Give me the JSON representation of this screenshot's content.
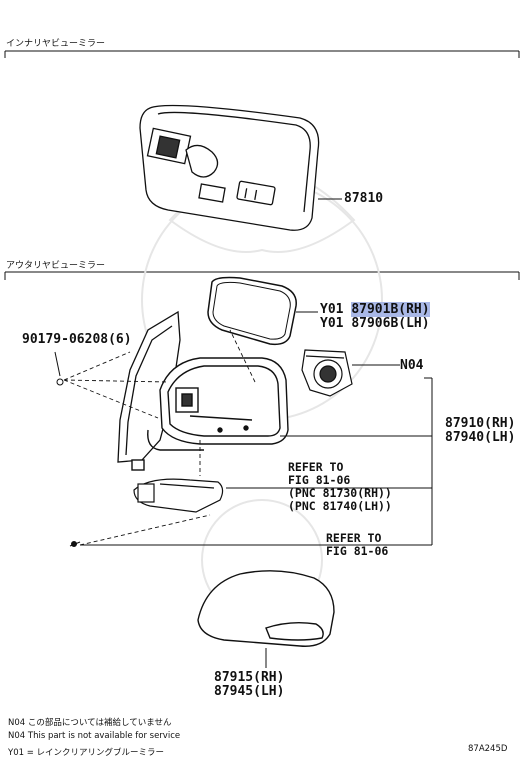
{
  "sections": {
    "inner": "インナリヤビューミラー",
    "outer": "アウタリヤビューミラー"
  },
  "parts": {
    "inner_mirror": "87810",
    "clip_screw": "90179-06208(6)",
    "glass_rh_prefix": "Y01",
    "glass_rh": "87901B(RH)",
    "glass_lh_prefix": "Y01",
    "glass_lh": "87906B(LH)",
    "actuator": "N04",
    "mirror_rh": "87910(RH)",
    "mirror_lh": "87940(LH)",
    "cover_rh": "87915(RH)",
    "cover_lh": "87945(LH)"
  },
  "refs": {
    "ref1_line1": "REFER TO",
    "ref1_line2": "FIG 81-06",
    "ref1_line3": "(PNC 81730(RH))",
    "ref1_line4": "(PNC 81740(LH))",
    "ref2_line1": "REFER TO",
    "ref2_line2": "FIG 81-06"
  },
  "notes": {
    "n04_jp": "N04 この部品については補給していません",
    "n04_en": "N04 This part is not available for service",
    "y01_jp": "Y01 = レインクリアリングブルーミラー"
  },
  "figure_code": "87A245D"
}
